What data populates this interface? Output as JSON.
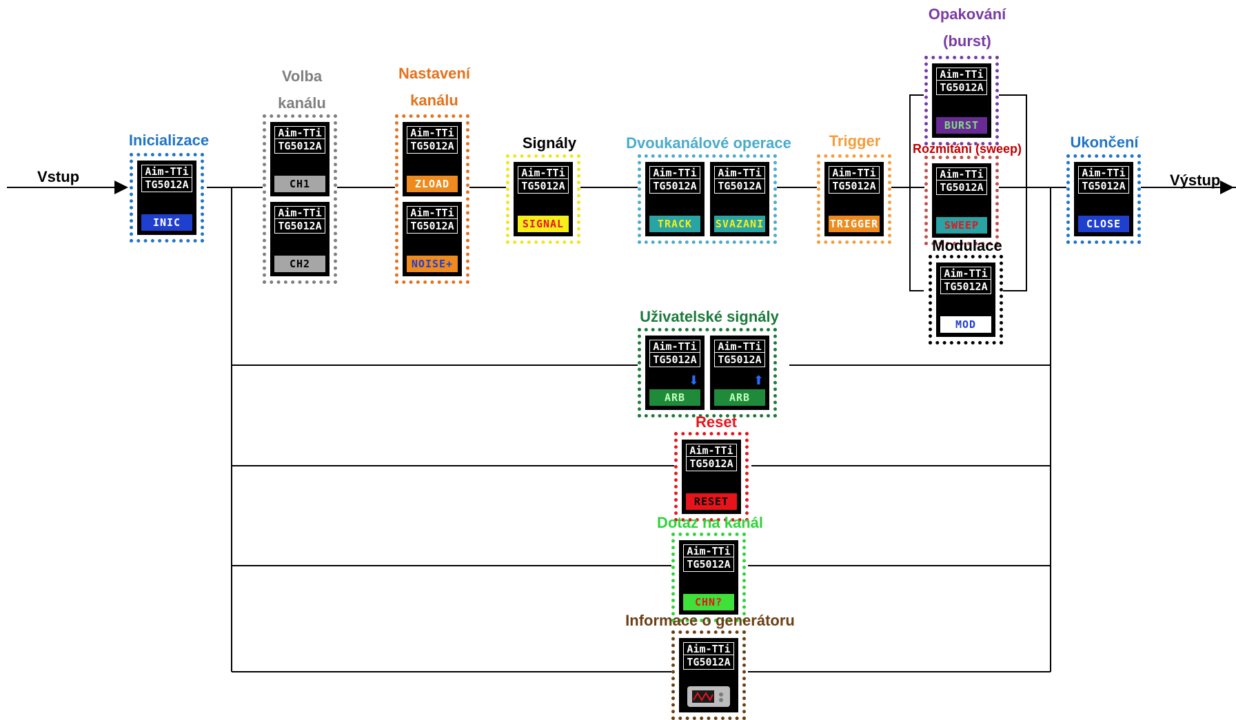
{
  "io": {
    "input_label": "Vstup",
    "output_label": "Výstup"
  },
  "vi": {
    "brand": "Aim-TTi",
    "model": "TG5012A"
  },
  "colors": {
    "blue": "#1f75c8",
    "gray": "#7f7f7f",
    "orange": "#e4711b",
    "yellow": "#f3e51a",
    "cyan": "#4aabcd",
    "lightorange": "#f59d3a",
    "purple": "#7a3ba5",
    "rose": "#c0504d",
    "green": "#1b7a3a",
    "red": "#e8141c",
    "lime": "#2fd33a",
    "brown": "#6b3f14",
    "black": "#000000"
  },
  "blocks": {
    "init": {
      "label": "Inicializace",
      "func": "INIC"
    },
    "channel": {
      "label_line1": "Volba",
      "label_line2": "kanálu",
      "func1": "CH1",
      "func2": "CH2"
    },
    "setup": {
      "label_line1": "Nastavení",
      "label_line2": "kanálu",
      "func1": "ZLOAD",
      "func2": "NOISE+"
    },
    "signals": {
      "label": "Signály",
      "func": "SIGNAL"
    },
    "dual": {
      "label": "Dvoukanálové operace",
      "func1": "TRACK",
      "func2": "SVAZANI"
    },
    "trigger": {
      "label": "Trigger",
      "func": "TRIGGER"
    },
    "burst": {
      "label_line1": "Opakování",
      "label_line2": "(burst)",
      "func": "BURST"
    },
    "sweep": {
      "label": "Rozmítání (sweep)",
      "func": "SWEEP"
    },
    "mod": {
      "label": "Modulace",
      "func": "MOD"
    },
    "close": {
      "label": "Ukončení",
      "func": "CLOSE"
    },
    "arb": {
      "label": "Uživatelské signály",
      "func1": "ARB",
      "func2": "ARB",
      "icon1": "arrow-down-icon",
      "icon2": "arrow-up-icon"
    },
    "reset": {
      "label": "Reset",
      "func": "RESET"
    },
    "query": {
      "label": "Dotaz na kanál",
      "func": "CHN?"
    },
    "info": {
      "label": "Informace o generátoru",
      "icon": "waveform-icon"
    }
  }
}
